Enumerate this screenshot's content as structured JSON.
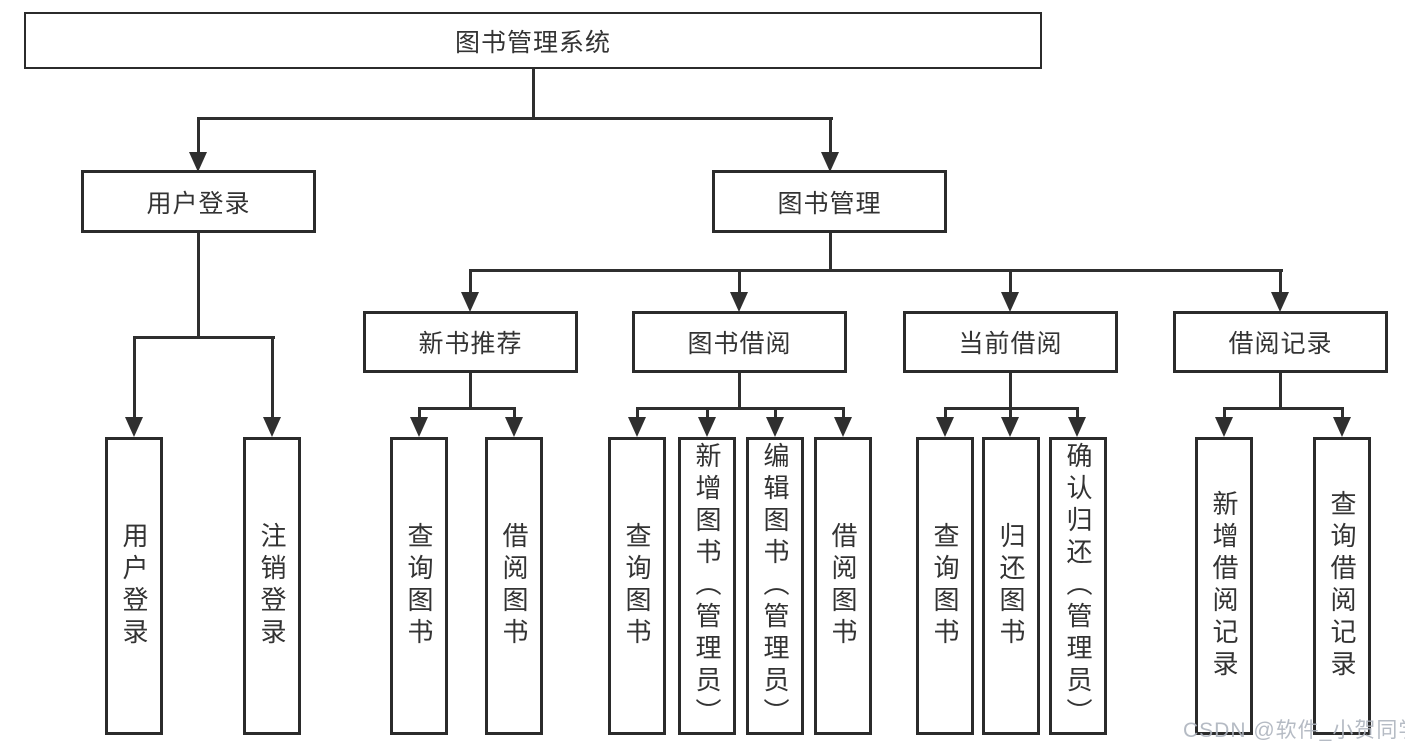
{
  "colors": {
    "background": "#ffffff",
    "border": "#2b2b2b",
    "line": "#2f2f2f",
    "text": "#333333",
    "watermark": "#aeb4be"
  },
  "tree": {
    "root": {
      "label": "图书管理系统"
    },
    "children": [
      {
        "label": "用户登录",
        "children": [
          {
            "label": "用户登录"
          },
          {
            "label": "注销登录"
          }
        ]
      },
      {
        "label": "图书管理",
        "children": [
          {
            "label": "新书推荐",
            "children": [
              {
                "label": "查询图书"
              },
              {
                "label": "借阅图书"
              }
            ]
          },
          {
            "label": "图书借阅",
            "children": [
              {
                "label": "查询图书"
              },
              {
                "label": "新增图书（管理员）"
              },
              {
                "label": "编辑图书（管理员）"
              },
              {
                "label": "借阅图书"
              }
            ]
          },
          {
            "label": "当前借阅",
            "children": [
              {
                "label": "查询图书"
              },
              {
                "label": "归还图书"
              },
              {
                "label": "确认归还（管理员）"
              }
            ]
          },
          {
            "label": "借阅记录",
            "children": [
              {
                "label": "新增借阅记录"
              },
              {
                "label": "查询借阅记录"
              }
            ]
          }
        ]
      }
    ]
  },
  "watermark": {
    "text": "CSDN @软件_小贺同学"
  }
}
